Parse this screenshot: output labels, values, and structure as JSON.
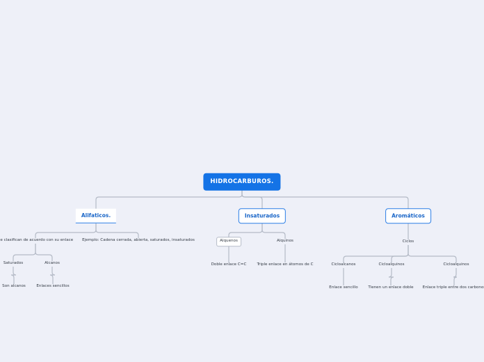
{
  "root": {
    "label": "HIDROCARBUROS."
  },
  "branches": {
    "alifaticos": {
      "label": "Alifaticos.",
      "clasificacion": "Se clasifican de acuerdo con su enlace",
      "ejemplo": "Ejemplo: Cadena cerrada, abierta, saturados, insaturados",
      "saturados": "Saturados",
      "alcanos": "Alcanos",
      "son_alcanos": "Son alcanos",
      "enlaces_sencillos": "Enlaces sencillos"
    },
    "insaturados": {
      "label": "Insaturados",
      "alquenos": "Alquenos",
      "alquinos": "Alquinos",
      "doble_enlace": "Doble enlace C=C",
      "triple_enlace": "Triple enlace en átomos de C"
    },
    "aromaticos": {
      "label": "Aromáticos",
      "ciclos": "Ciclos",
      "cicloalcanos": "Cicloalcanos",
      "cicloalquinos_1": "Cicloalquinos",
      "cicloalquinos_2": "Cicloalquinos",
      "enlace_sencillo": "Enlace sencillo",
      "enlace_doble": "Tienen un enlace doble",
      "enlace_triple": "Enlace triple entre dos carbonos"
    }
  },
  "colors": {
    "background": "#eef0f8",
    "root_fill": "#1473e6",
    "accent": "#2a7de6",
    "connector": "#b4bac6"
  }
}
